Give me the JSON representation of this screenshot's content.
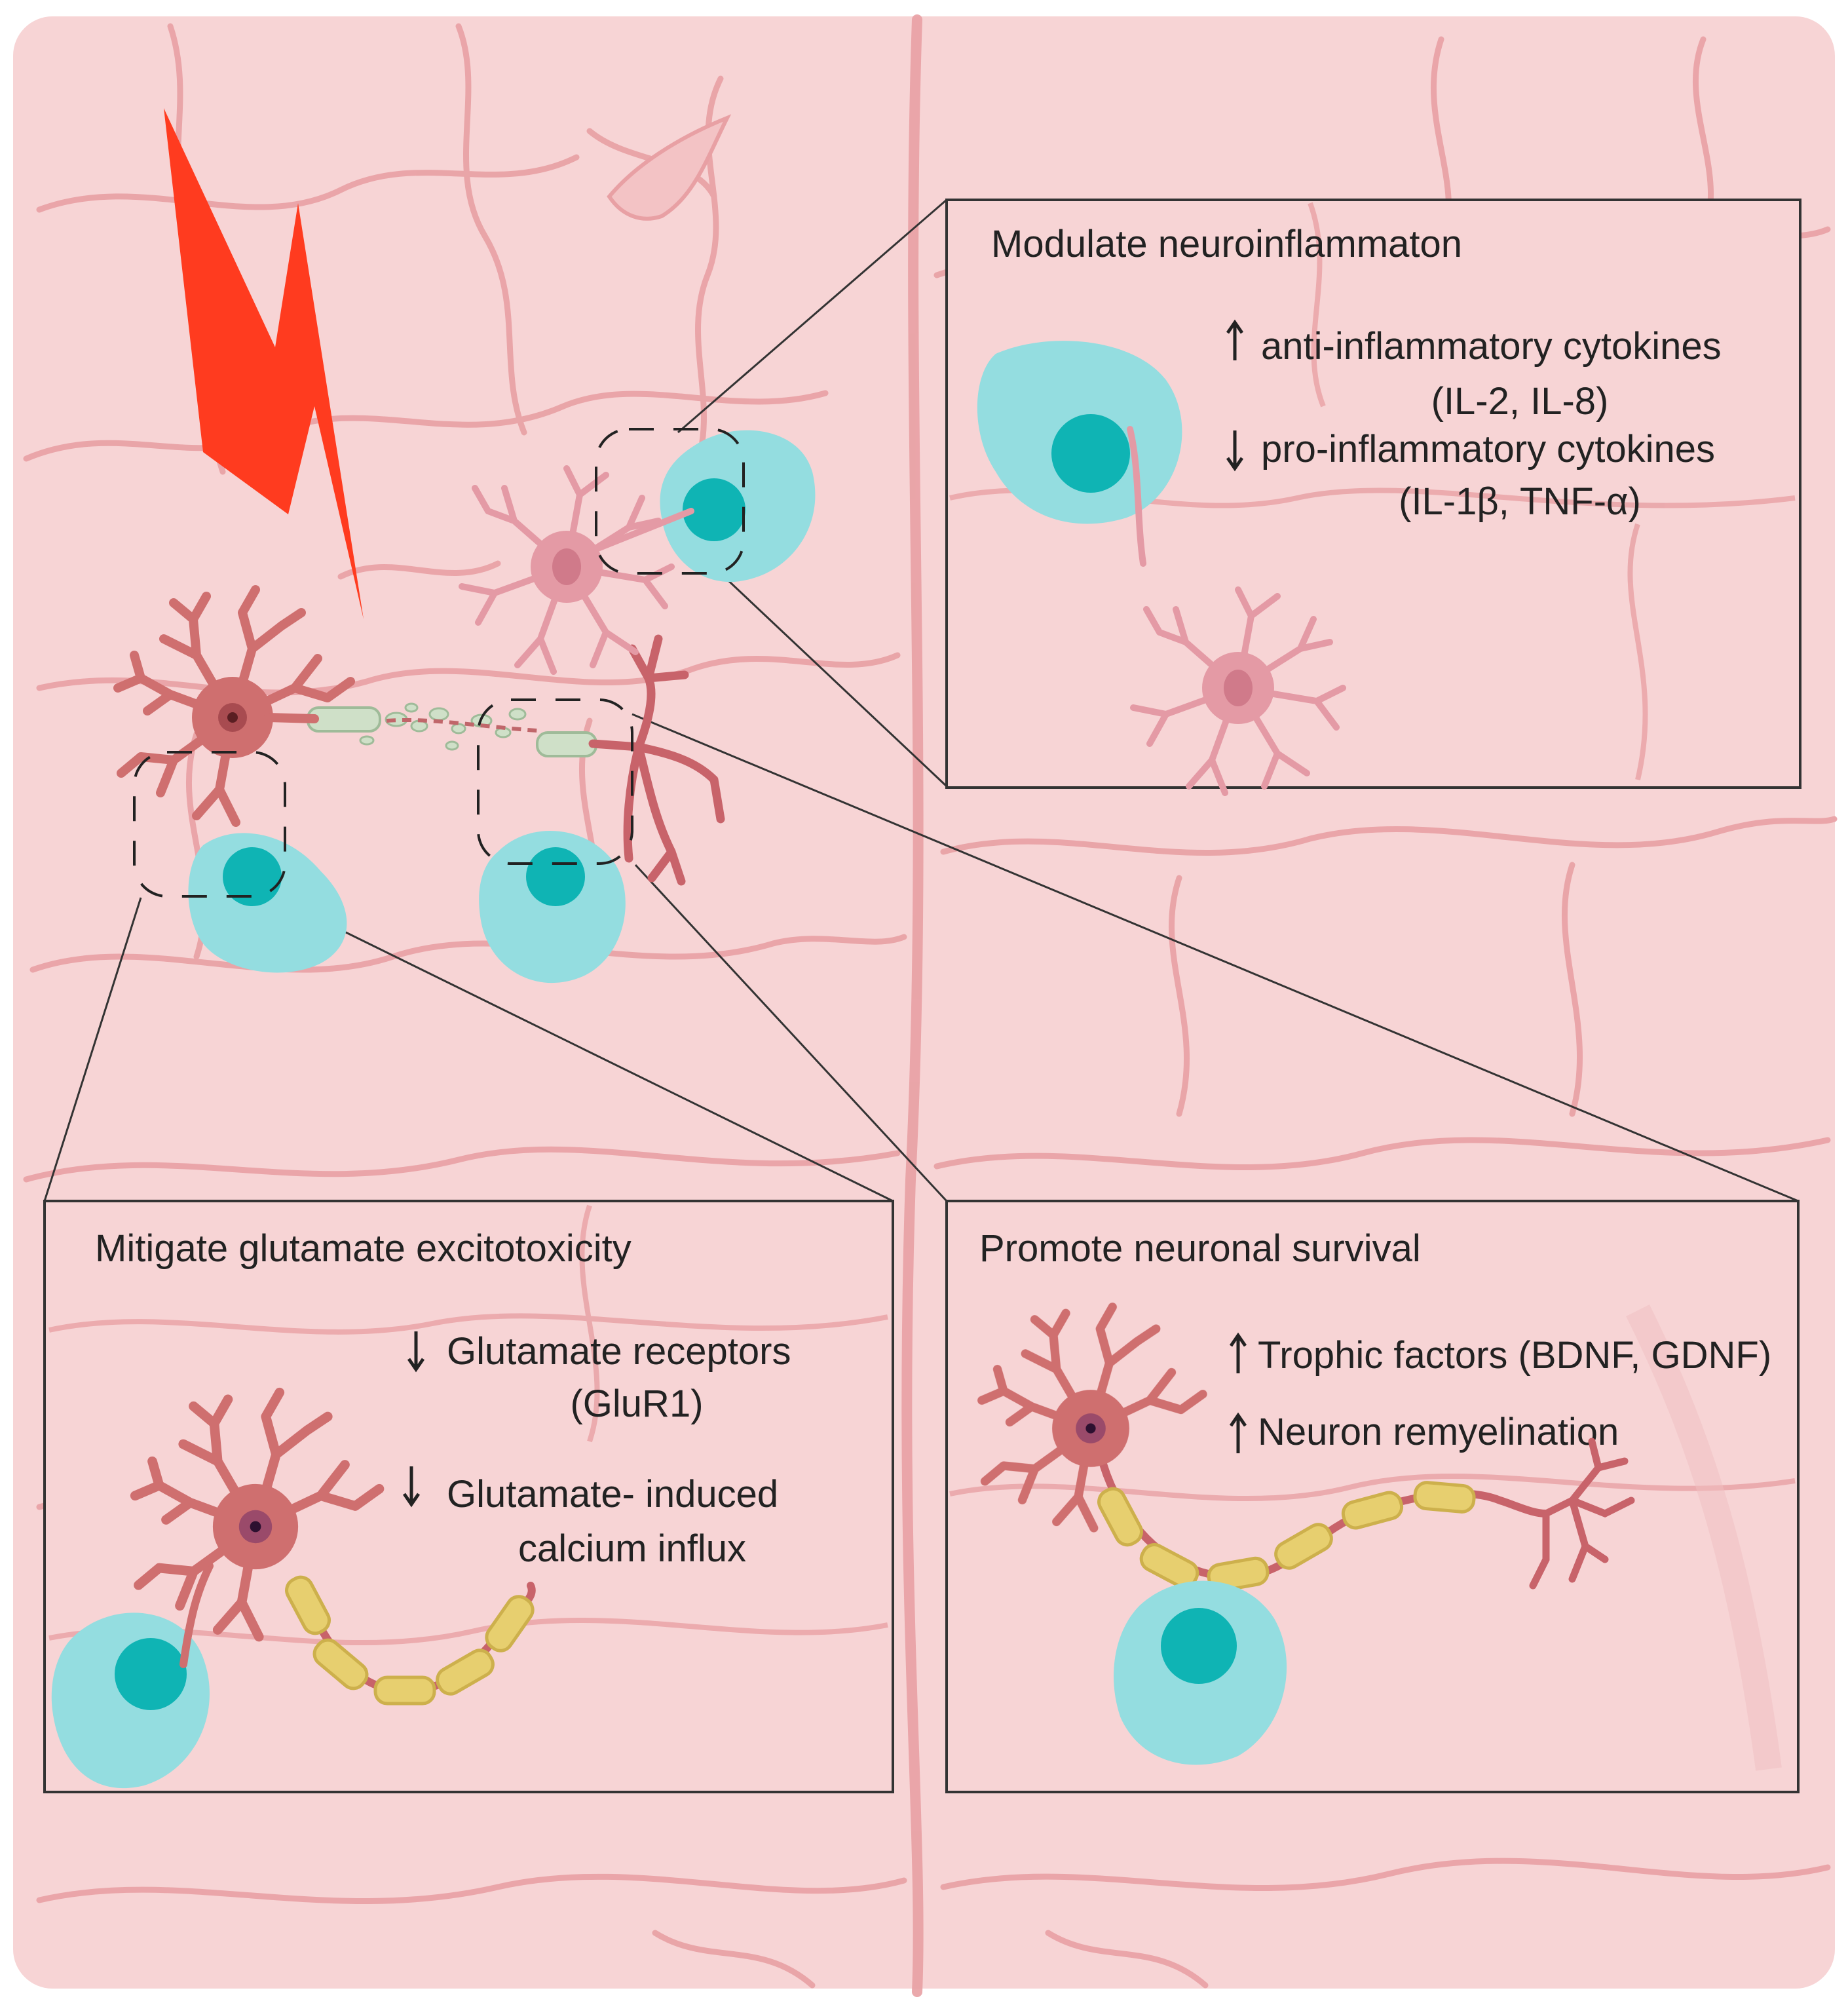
{
  "colors": {
    "background": "#f7d4d5",
    "brain_vein": "#e8a0a4",
    "neuron": "#cf6f6f",
    "neuron_dark": "#b85a5c",
    "astrocyte": "#e49aa5",
    "stem_cell_cytoplasm": "#94dde0",
    "stem_cell_nucleus": "#0fb4b4",
    "myelin": "#e7cf6f",
    "lightning": "#ff3b1f",
    "frame_line": "#333333"
  },
  "panels": {
    "neuroinflammation": {
      "title": "Modulate neuroinflammaton",
      "line1": "anti-inflammatory cytokines",
      "line2": "(IL-2, IL-8)",
      "line3": "pro-inflammatory cytokines",
      "line4": "(IL-1β, TNF-α)"
    },
    "excitotoxicity": {
      "title": "Mitigate glutamate excitotoxicity",
      "line1": "Glutamate receptors",
      "line2": "(GluR1)",
      "line3": "Glutamate- induced",
      "line4": "calcium influx"
    },
    "survival": {
      "title": "Promote neuronal survival",
      "line1": "Trophic factors  (BDNF, GDNF)",
      "line2": "Neuron remyelination"
    }
  },
  "icons": [
    "lightning-bolt-icon",
    "up-arrow-icon",
    "down-arrow-icon",
    "neuron-icon",
    "astrocyte-icon",
    "stem-cell-icon"
  ]
}
